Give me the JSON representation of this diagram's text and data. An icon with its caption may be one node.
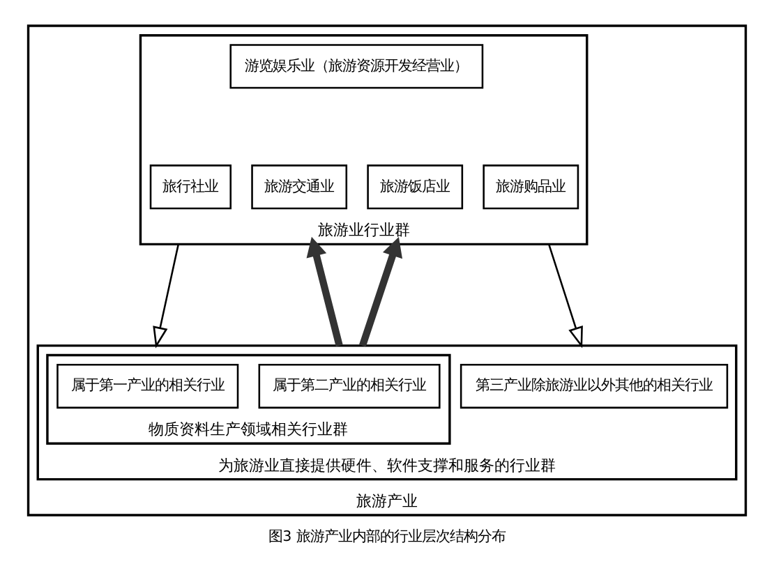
{
  "diagram": {
    "caption": "图3 旅游产业内部的行业层次结构分布",
    "nodes": [
      {
        "text": [
          "旅游产业"
        ]
      },
      {
        "text": [
          "旅游业行业群"
        ],
        "in": 0
      },
      {
        "text": [
          "游览娱乐业（旅游资源开发经营业）"
        ],
        "in": 1
      },
      {
        "text": [
          "旅行社业"
        ],
        "in": 1
      },
      {
        "text": [
          "旅游交通业"
        ],
        "in": 1
      },
      {
        "text": [
          "旅游饭店业"
        ],
        "in": 1
      },
      {
        "text": [
          "旅游购品业"
        ],
        "in": 1
      },
      {
        "text": [
          "为旅游业直接提供硬件、软件支撑和服务的行业群"
        ],
        "in": 0
      },
      {
        "text": [
          "物质资料生产领域相关行业群"
        ],
        "in": 7
      },
      {
        "text": [
          "属于第一产业的相关行业"
        ],
        "in": 8
      },
      {
        "text": [
          "属于第二产业的相关行业"
        ],
        "in": 8
      },
      {
        "text": [
          "第三产业除旅游业以外其他的相关行业"
        ],
        "in": 7
      }
    ],
    "edges": [
      {
        "from": 1,
        "to": 7,
        "arrow": "to"
      },
      {
        "from": 7,
        "to": 1,
        "arrow": "to",
        "style": "thick"
      },
      {
        "from": 7,
        "to": 1,
        "arrow": "to",
        "style": "thick"
      },
      {
        "from": 1,
        "to": 7,
        "arrow": "to"
      }
    ]
  }
}
